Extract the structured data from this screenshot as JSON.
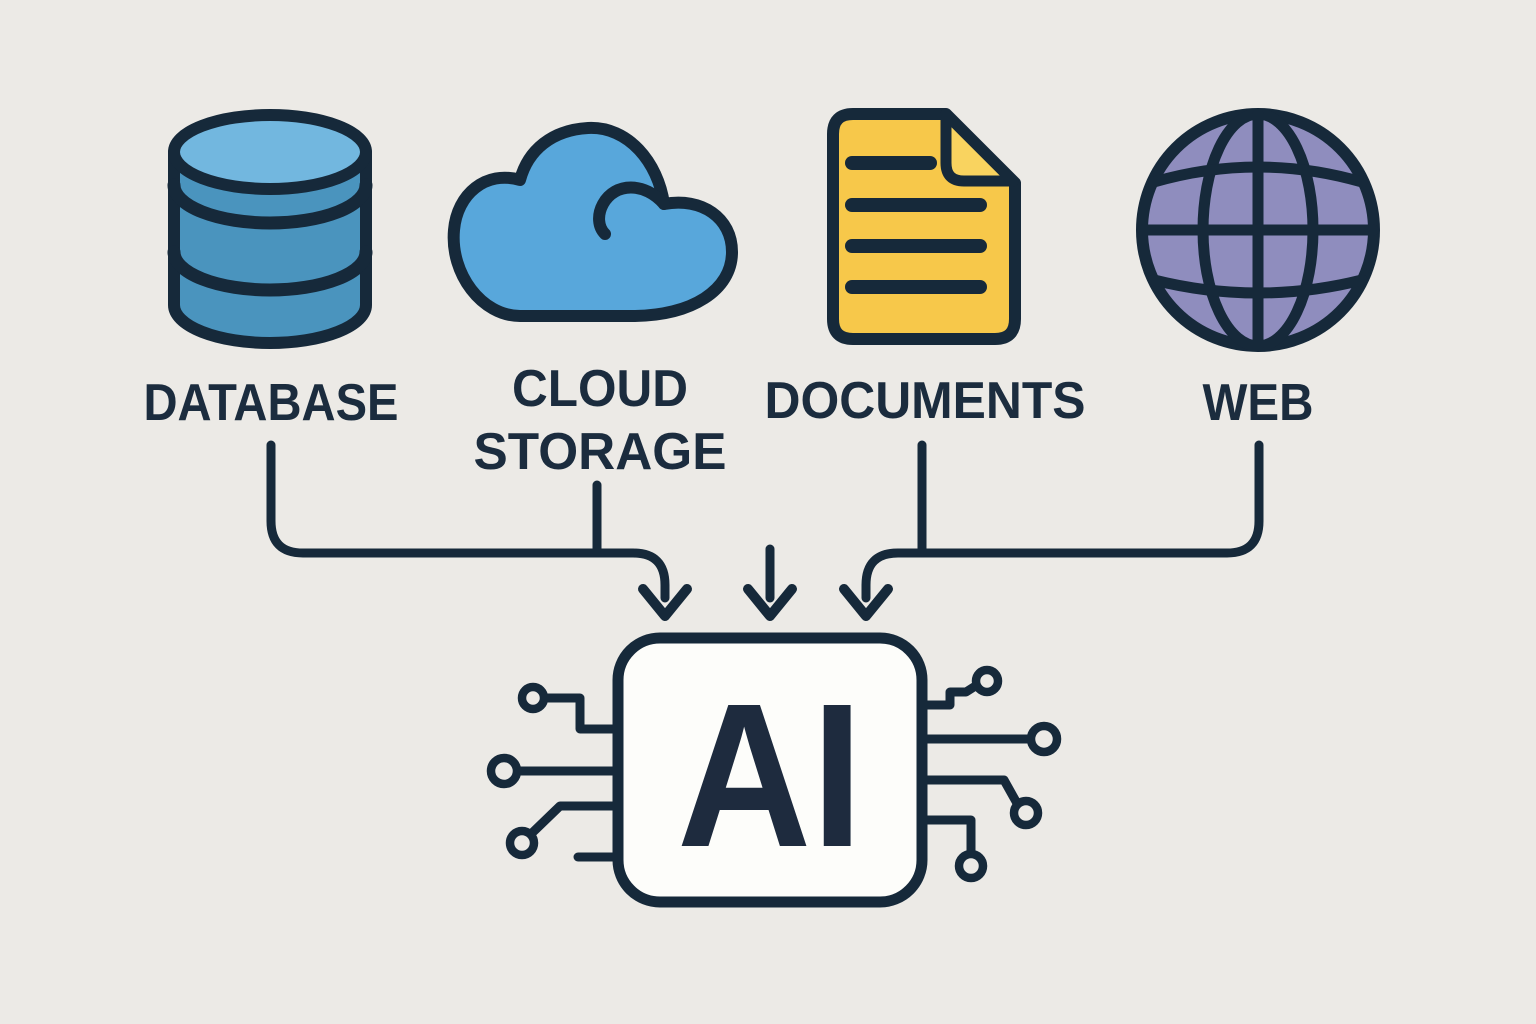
{
  "diagram": {
    "description": "Four data sources feeding into an AI chip",
    "sources": [
      {
        "id": "database",
        "label": "DATABASE"
      },
      {
        "id": "cloud-storage",
        "label_line1": "CLOUD",
        "label_line2": "STORAGE"
      },
      {
        "id": "documents",
        "label": "DOCUMENTS"
      },
      {
        "id": "web",
        "label": "WEB"
      }
    ],
    "target": {
      "id": "ai-chip",
      "label": "AI"
    }
  },
  "colors": {
    "background": "#ECEAE6",
    "outline_navy": "#16293A",
    "label_text": "#1B2C3E",
    "database_body": "#4A94BE",
    "database_top": "#72B7DF",
    "cloud_fill": "#58A7DB",
    "document_fill": "#F7C84A",
    "document_fold": "#F9D35F",
    "globe_fill": "#8F8DBE",
    "chip_fill": "#FDFDFA",
    "ai_text": "#1E2B3E"
  }
}
